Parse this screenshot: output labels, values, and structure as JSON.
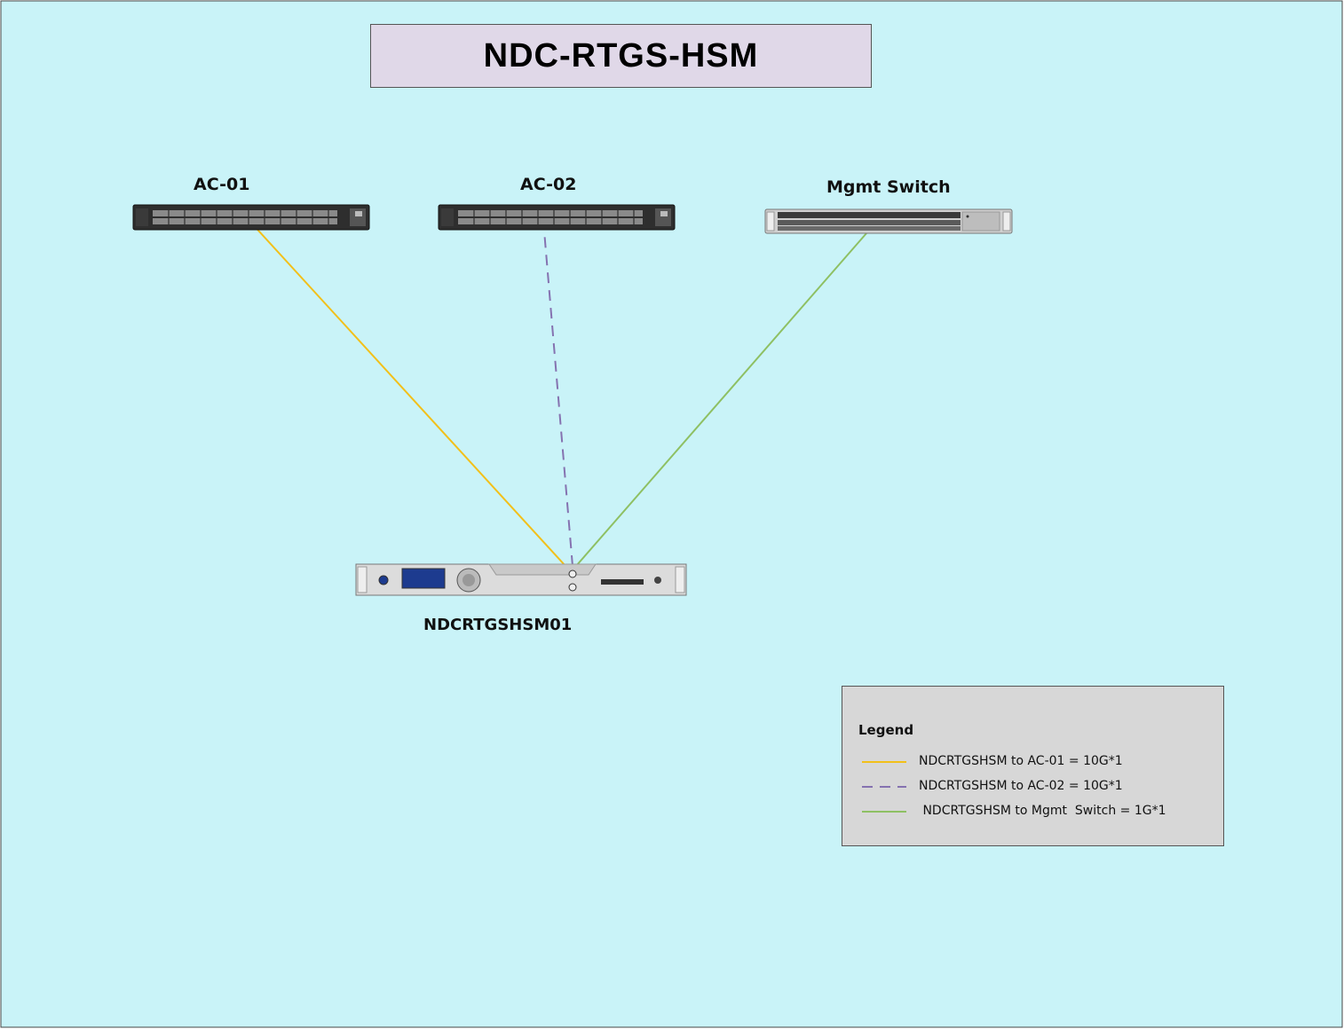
{
  "diagram": {
    "title": "NDC-RTGS-HSM",
    "background_color": "#c9f3f8",
    "nodes": {
      "ac01": {
        "label": "AC-01",
        "icon": "network-switch-icon"
      },
      "ac02": {
        "label": "AC-02",
        "icon": "network-switch-icon"
      },
      "mgmt": {
        "label": "Mgmt Switch",
        "icon": "network-switch-icon"
      },
      "hsm": {
        "label": "NDCRTGSHSM01",
        "icon": "hsm-appliance-icon"
      }
    },
    "links": [
      {
        "from": "NDCRTGSHSM01",
        "to": "AC-01",
        "style": "solid",
        "color": "#f2c01a"
      },
      {
        "from": "NDCRTGSHSM01",
        "to": "AC-02",
        "style": "dashed",
        "color": "#8572b0"
      },
      {
        "from": "NDCRTGSHSM01",
        "to": "Mgmt Switch",
        "style": "solid",
        "color": "#8ec063"
      }
    ],
    "legend": {
      "title": "Legend",
      "items": [
        {
          "text": "NDCRTGSHSM to AC-01 = 10G*1",
          "color": "#f2c01a",
          "style": "solid"
        },
        {
          "text": "NDCRTGSHSM to AC-02 = 10G*1",
          "color": "#8572b0",
          "style": "dashed"
        },
        {
          "text": " NDCRTGSHSM to Mgmt  Switch = 1G*1",
          "color": "#8ec063",
          "style": "solid"
        }
      ]
    }
  }
}
